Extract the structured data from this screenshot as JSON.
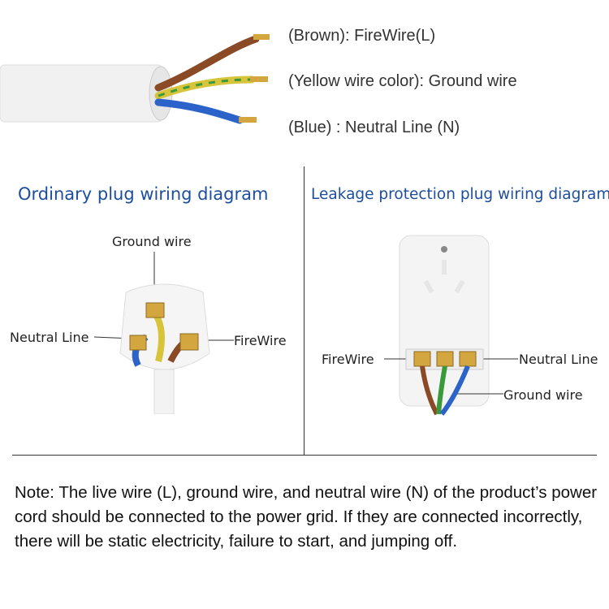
{
  "wires": [
    {
      "label": "(Brown):  FireWire(L)",
      "color": "#8a4a26"
    },
    {
      "label": "(Yellow wire color): Ground wire",
      "color": "#d8c43a"
    },
    {
      "label": "(Blue) : Neutral Line (N)",
      "color": "#2c63c8"
    }
  ],
  "ordinary": {
    "title": "Ordinary plug wiring diagram",
    "ground": "Ground wire",
    "neutral": "Neutral Line",
    "fire": "FireWire"
  },
  "leakage": {
    "title": "Leakage protection plug wiring diagram",
    "fire": "FireWire",
    "neutral": "Neutral Line",
    "ground": "Ground wire"
  },
  "note": "Note: The live wire (L), ground wire, and neutral wire (N) of the product’s power cord should be connected to the power grid. If they are connected incorrectly, there will be static electricity, failure to start, and jumping off."
}
